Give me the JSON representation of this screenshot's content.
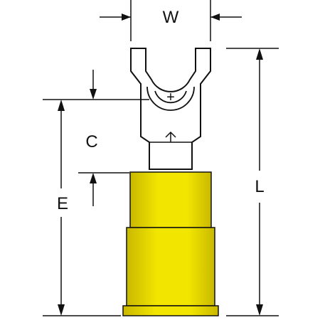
{
  "diagram": {
    "labels": {
      "width": "W",
      "length": "L",
      "c": "C",
      "e": "E",
      "center_mark": "+"
    },
    "colors": {
      "outline": "#111111",
      "metal": "#ffffff",
      "insulation": "#f2e600",
      "insulation_shade": "#c9b800"
    }
  }
}
